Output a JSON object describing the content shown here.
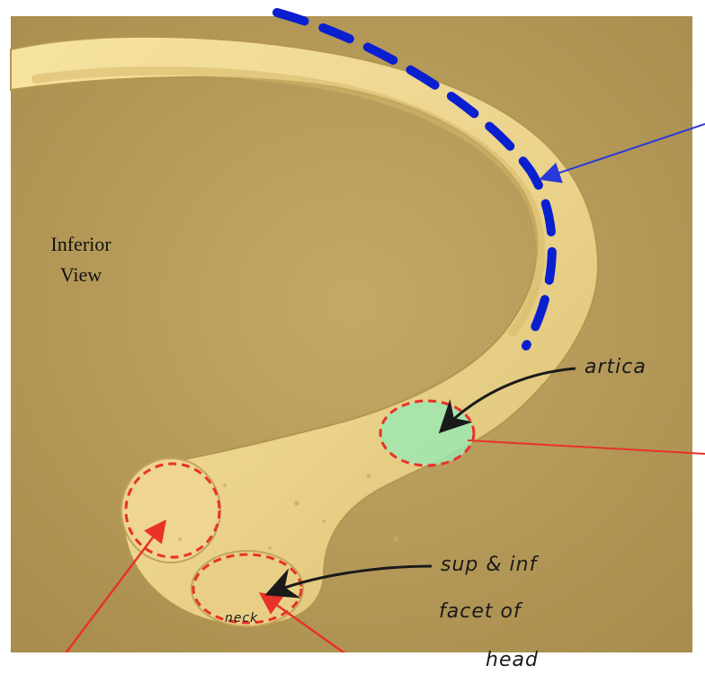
{
  "view_label": {
    "line1": "Inferior",
    "line2": "View"
  },
  "handwritten": {
    "articular_fragment": "artica",
    "facet_line1": "sup & inf",
    "facet_line2": "facet of",
    "facet_line3": "head",
    "neck_mark": "neck"
  },
  "colors": {
    "background_tan": "#b89c5c",
    "bone": "#efd992",
    "dash_blue": "#0a1fd0",
    "callout_red": "#e8322a",
    "tubercle_green": "#9ee8b0",
    "arrow_blue": "#2a3ad8"
  }
}
